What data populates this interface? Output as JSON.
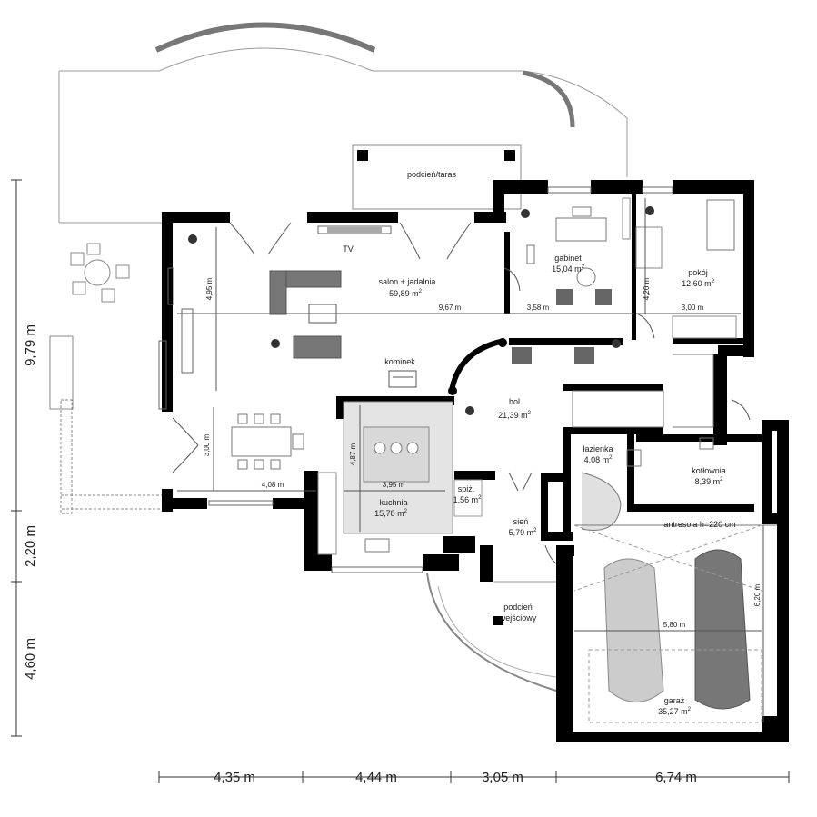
{
  "rooms": {
    "terrace": "podcień/taras",
    "living_name": "salon + jadalnia",
    "living_area": "59,89 m",
    "tv": "TV",
    "office_name": "gabinet",
    "office_area": "15,04 m",
    "room_name": "pokój",
    "room_area": "12,60 m",
    "fireplace": "kominek",
    "hall_name": "hol",
    "hall_area": "21,39 m",
    "bath_name": "łazienka",
    "bath_area": "4,08 m",
    "boiler_name": "kotłownia",
    "boiler_area": "8,39 m",
    "kitchen_name": "kuchnia",
    "kitchen_area": "15,78 m",
    "pantry_name": "spiż.",
    "pantry_area": "1,56 m",
    "vestibule_name": "sień",
    "vestibule_area": "5,79 m",
    "porch_line1": "podcień",
    "porch_line2": "wejściowy",
    "mezzanine": "antresola h=220 cm",
    "garage_name": "garaż",
    "garage_area": "35,27 m",
    "sup2": "2"
  },
  "inner_dims": {
    "living_height": "4,95 m",
    "living_width": "9,67 m",
    "office_width": "3,58 m",
    "room_height": "4,20 m",
    "room_width": "3,00 m",
    "dining_height": "3,00 m",
    "dining_width": "4,08 m",
    "kitchen_height": "4,87 m",
    "kitchen_width": "3,95 m",
    "garage_width": "5,80 m",
    "garage_height": "6,20 m"
  },
  "outer_dims": {
    "left_top": "9,79 m",
    "left_mid": "2,20 m",
    "left_bottom": "4,60 m",
    "bottom_1": "4,35 m",
    "bottom_2": "4,44 m",
    "bottom_3": "3,05 m",
    "bottom_4": "6,74 m"
  },
  "colors": {
    "wall": "#000000",
    "furniture": "#777777",
    "kitchen_zone": "#e4e4e4"
  }
}
